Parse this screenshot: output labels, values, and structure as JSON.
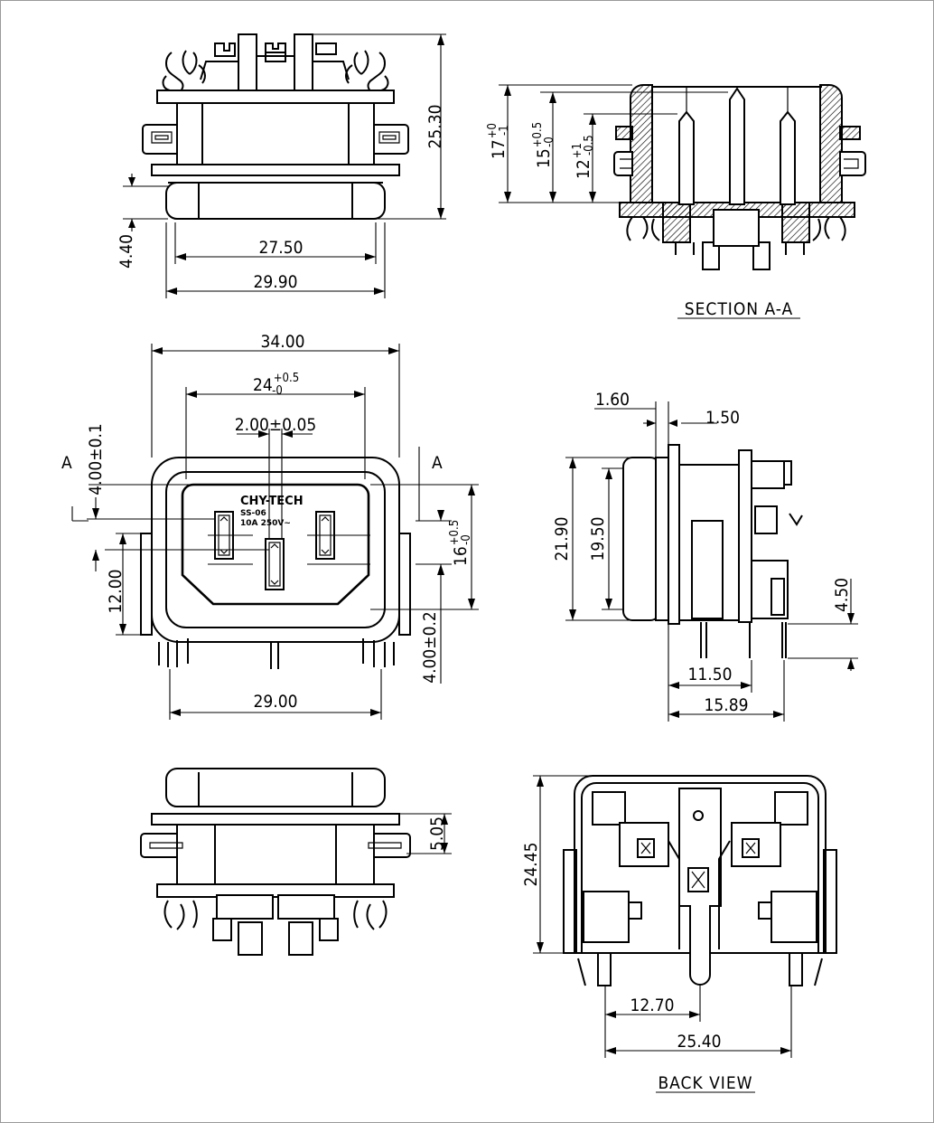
{
  "top_view": {
    "dim_height": "25.30",
    "dim_flange": "4.40",
    "dim_inner_width": "27.50",
    "dim_outer_width": "29.90"
  },
  "section_view": {
    "title": "SECTION A-A",
    "dim_a": {
      "base": "17",
      "sup": "+0",
      "sub": "-1"
    },
    "dim_b": {
      "base": "15",
      "sup": "+0.5",
      "sub": "-0"
    },
    "dim_c": {
      "base": "12",
      "sup": "+1",
      "sub": "-0.5"
    }
  },
  "front_view": {
    "dim_width": "34.00",
    "dim_opening": {
      "base": "24",
      "sup": "+0.5",
      "sub": "-0"
    },
    "dim_pin_width": "2.00±0.05",
    "dim_pin_offset": "4.00±0.1",
    "dim_opening_height": {
      "base": "16",
      "sup": "+0.5",
      "sub": "-0"
    },
    "dim_height": "12.00",
    "dim_lower_offset": "4.00±0.2",
    "dim_pin_span": "29.00",
    "section_mark": "A",
    "marking": {
      "brand": "CHY-TECH",
      "model": "SS-06",
      "rating": "10A 250V~"
    }
  },
  "side_view": {
    "dim_flange": "1.60",
    "dim_gap": "1.50",
    "dim_outer_height": "21.90",
    "dim_inner_height": "19.50",
    "dim_pin_length": "4.50",
    "dim_depth": "11.50",
    "dim_total_depth": "15.89"
  },
  "bottom_view": {
    "dim_clip": "5.05"
  },
  "back_view": {
    "title": "BACK VIEW",
    "dim_height": "24.45",
    "dim_half_pitch": "12.70",
    "dim_pitch": "25.40"
  }
}
